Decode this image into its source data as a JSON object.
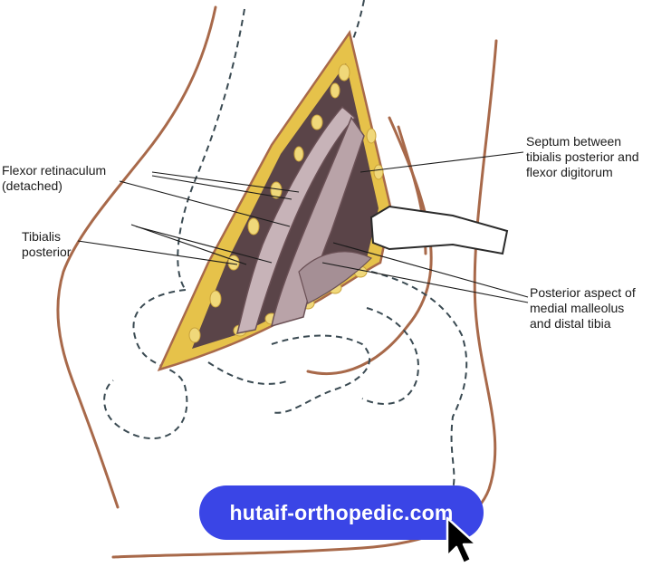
{
  "labels": {
    "flexor_retinaculum": [
      "Flexor retinaculum",
      "(detached)"
    ],
    "tibialis_posterior": [
      "Tibialis",
      "posterior"
    ],
    "septum": [
      "Septum between",
      "tibialis posterior and",
      "flexor digitorum"
    ],
    "posterior_aspect": [
      "Posterior aspect of",
      "medial malleolus",
      "and distal tibia"
    ]
  },
  "watermark": {
    "text": "hutaif-orthopedic.com",
    "color": "#3a45e6"
  },
  "colors": {
    "skin_outline": "#a8694a",
    "fat": "#e6c24a",
    "tendon": "#b9a3a8",
    "dashed_bone": "#3a4a52"
  },
  "icons": [
    "cursor-arrow-icon"
  ]
}
